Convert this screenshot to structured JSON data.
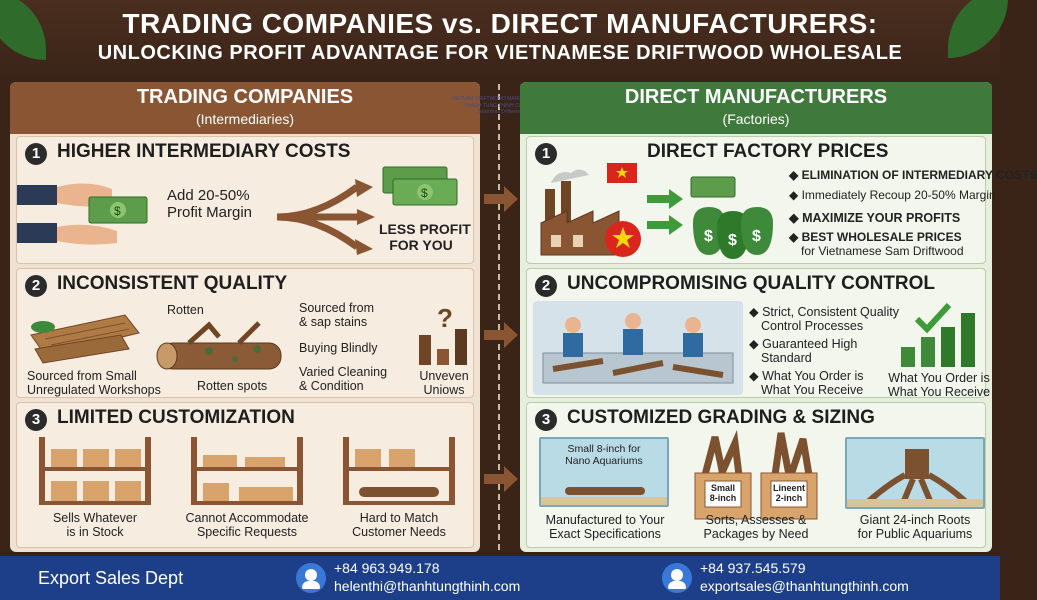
{
  "header": {
    "title": "TRADING COMPANIES vs. DIRECT MANUFACTURERS:",
    "subtitle": "UNLOCKING PROFIT ADVANTAGE FOR VIETNAMESE DRIFTWOOD WHOLESALE"
  },
  "watermark": {
    "line1": "VIETNAM DRIFTWOOD MANUFACTURER",
    "line2": "THANH TUNG THINH CO., LTD",
    "line3": "Seamless Driftwood"
  },
  "left": {
    "heading": "TRADING COMPANIES",
    "subheading": "(Intermediaries)",
    "s1": {
      "num": "1",
      "title": "HIGHER INTERMEDIARY COSTS",
      "margin_line1": "Add 20-50%",
      "margin_line2": "Profit Margin",
      "less_line1": "LESS PROFIT",
      "less_line2": "FOR YOU"
    },
    "s2": {
      "num": "2",
      "title": "INCONSISTENT QUALITY",
      "rotten": "Rotten",
      "sourced_small_1": "Sourced from Small",
      "sourced_small_2": "Unregulated Workshops",
      "rotten_spots": "Rotten spots",
      "stains_1": "Sourced from",
      "stains_2": "& sap stains",
      "blindly": "Buying Blindly",
      "varied_1": "Varied Cleaning",
      "varied_2": "& Condition",
      "uneven_1": "Unveven",
      "uneven_2": "Uniows"
    },
    "s3": {
      "num": "3",
      "title": "LIMITED CUSTOMIZATION",
      "c1_1": "Sells Whatever",
      "c1_2": "is in Stock",
      "c2_1": "Cannot Accommodate",
      "c2_2": "Specific Requests",
      "c3_1": "Hard to Match",
      "c3_2": "Customer Needs"
    }
  },
  "right": {
    "heading": "DIRECT MANUFACTURERS",
    "subheading": "(Factories)",
    "s1": {
      "num": "1",
      "title": "DIRECT FACTORY PRICES",
      "b1": "ELIMINATION OF INTERMEDIARY COSTS",
      "b2": "Immediately Recoup 20-50% Margin",
      "b3": "MAXIMIZE YOUR PROFITS",
      "b4_1": "BEST WHOLESALE PRICES",
      "b4_2": "for Vietnamese Sam Driftwood"
    },
    "s2": {
      "num": "2",
      "title": "UNCOMPROMISING QUALITY CONTROL",
      "b1_1": "Strict, Consistent Quality",
      "b1_2": "Control Processes",
      "b2_1": "Guaranteed High",
      "b2_2": "Standard",
      "b3_1": "What You Order is",
      "b3_2": "What You Receive",
      "chart_1": "What You Order is",
      "chart_2": "What You Receive"
    },
    "s3": {
      "num": "3",
      "title": "CUSTOMIZED GRADING & SIZING",
      "tank1_1": "Small 8-inch for",
      "tank1_2": "Nano Aquariums",
      "box1_1": "Small",
      "box1_2": "8-inch",
      "box2_1": "Lineent",
      "box2_2": "2-inch",
      "c1_1": "Manufactured to Your",
      "c1_2": "Exact Specifications",
      "c2_1": "Sorts, Assesses &",
      "c2_2": "Packages by Need",
      "c3_1": "Giant 24-inch Roots",
      "c3_2": "for Public Aquariums"
    }
  },
  "footer": {
    "dept": "Export Sales Dept",
    "contact1_phone": "+84 963.949.178",
    "contact1_email": "helenthi@thanhtungthinh.com",
    "contact2_phone": "+84 937.545.579",
    "contact2_email": "exportsales@thanhtungthinh.com"
  },
  "colors": {
    "left_accent": "#8a5533",
    "right_accent": "#3f7a3c",
    "footer": "#1d3f8a"
  }
}
